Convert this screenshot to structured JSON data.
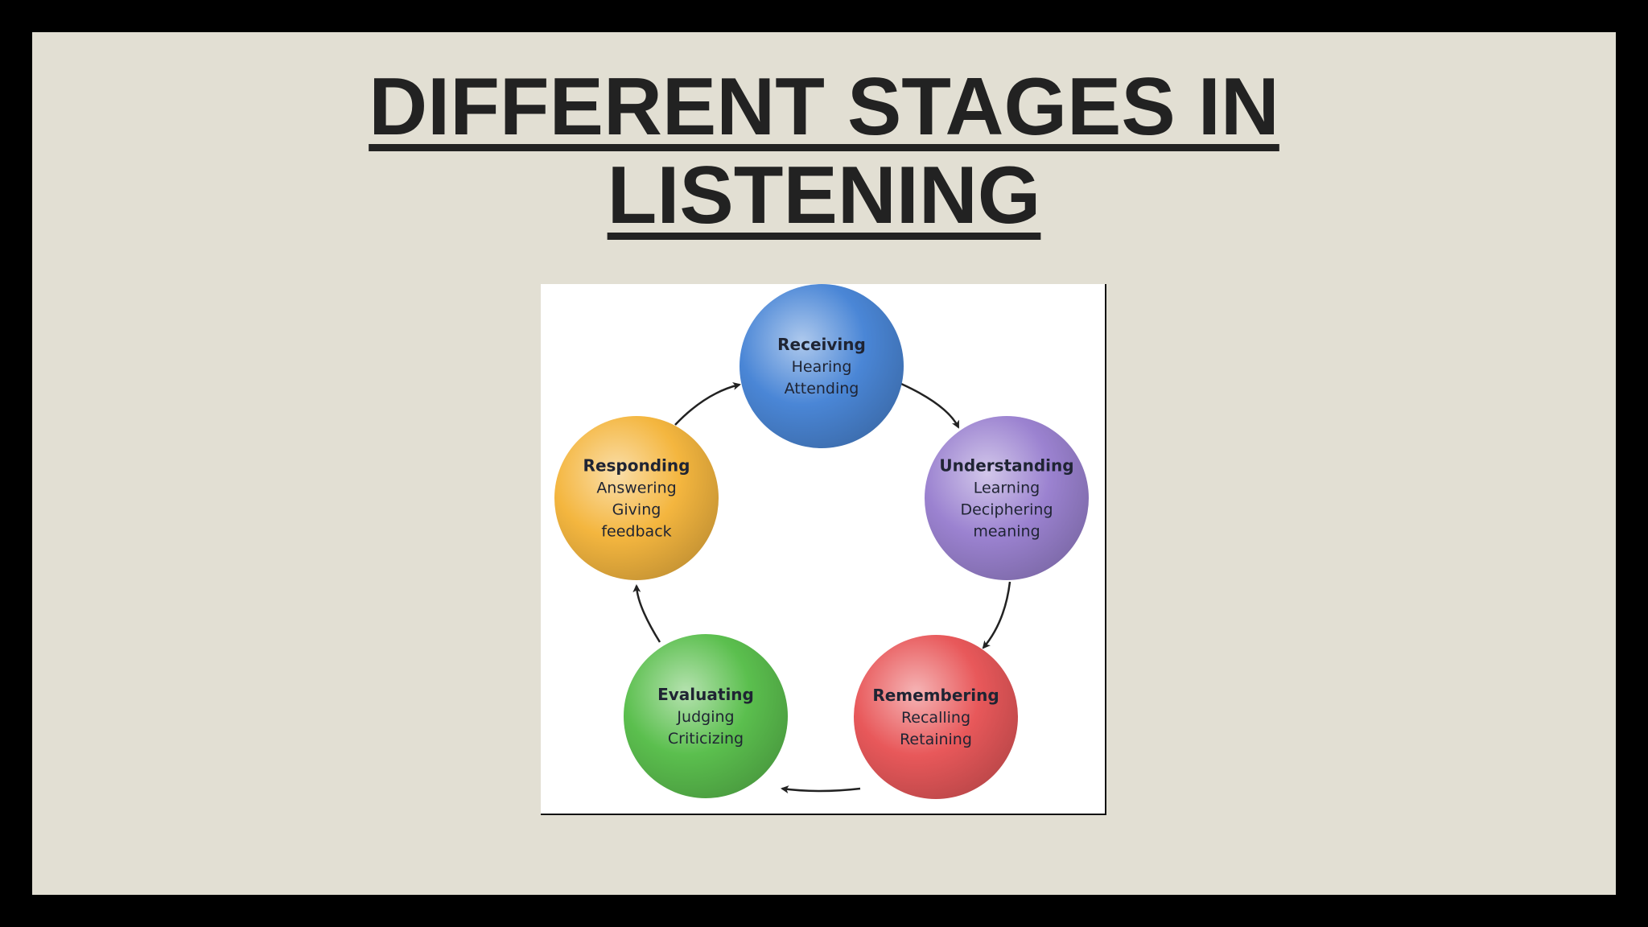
{
  "title": {
    "line1": "DIFFERENT STAGES IN",
    "line2": "LISTENING"
  },
  "stages": [
    {
      "name": "Receiving",
      "lines": [
        "Hearing",
        "Attending"
      ],
      "color": "#4a86d6"
    },
    {
      "name": "Understanding",
      "lines": [
        "Learning",
        "Deciphering",
        "meaning"
      ],
      "color": "#9b82d0"
    },
    {
      "name": "Remembering",
      "lines": [
        "Recalling",
        "Retaining"
      ],
      "color": "#e8585a"
    },
    {
      "name": "Evaluating",
      "lines": [
        "Judging",
        "Criticizing"
      ],
      "color": "#5bbf4e"
    },
    {
      "name": "Responding",
      "lines": [
        "Answering",
        "Giving",
        "feedback"
      ],
      "color": "#f4b63f"
    }
  ],
  "colors": {
    "slide_background": "#e2dfd3",
    "border": "#000000",
    "title_text": "#222222",
    "arrow": "#222222"
  }
}
